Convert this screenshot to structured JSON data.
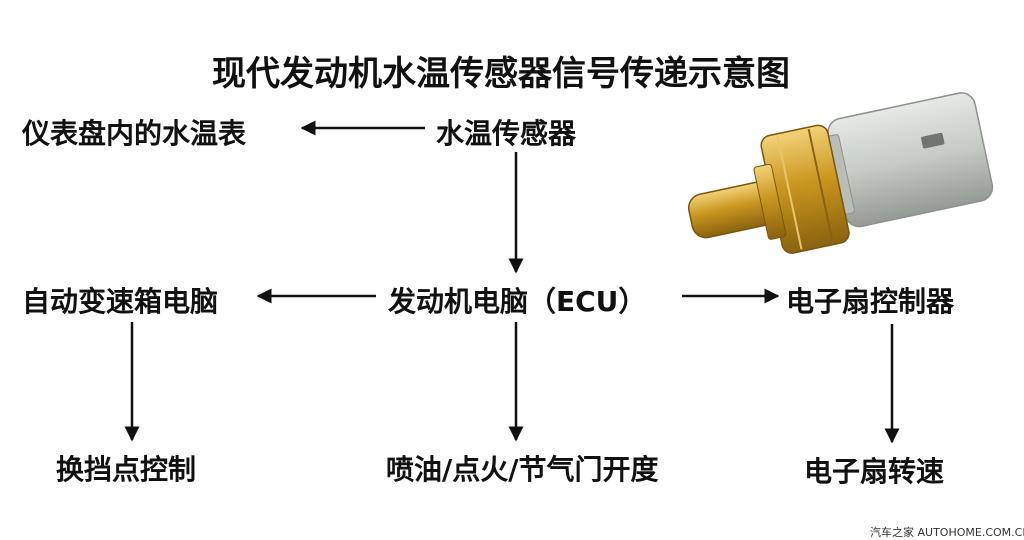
{
  "title": "现代发动机水温传感器信号传递示意图",
  "nodes": {
    "gauge": "仪表盘内的水温表",
    "sensor": "水温传感器",
    "transmission_ecu": "自动变速箱电脑",
    "engine_ecu": "发动机电脑（ECU）",
    "fan_controller": "电子扇控制器",
    "shift_control": "换挡点控制",
    "injection": "喷油/点火/节气门开度",
    "fan_speed": "电子扇转速"
  },
  "watermark": "汽车之家 AUTOHOME.COM.CN",
  "colors": {
    "text": "#111111",
    "arrow": "#111111",
    "brass": "#c9961e",
    "connector": "#c6cbc6"
  }
}
